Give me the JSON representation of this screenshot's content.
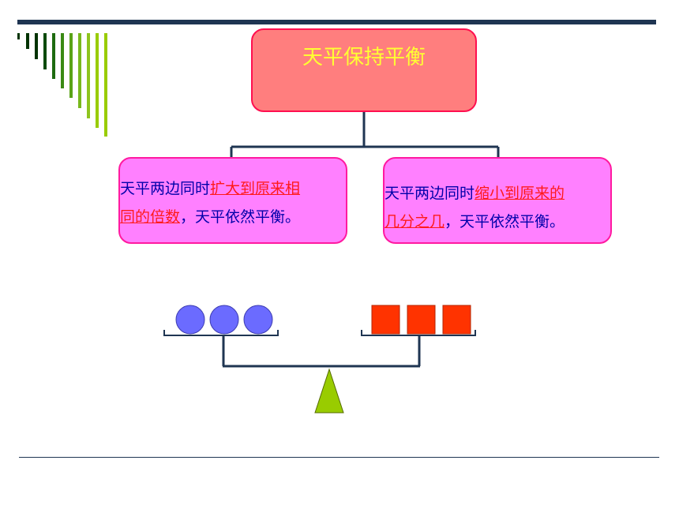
{
  "title": "天平保持平衡",
  "left_node": {
    "prefix": "天平两边同时",
    "emphasis_1": "扩大到原来相",
    "emphasis_2": "同的倍数",
    "suffix": "，天平依然平衡。"
  },
  "right_node": {
    "prefix": "天平两边同时",
    "emphasis_1": "缩小到原来的",
    "emphasis_2": "几分之几",
    "suffix": "，天平依然平衡。"
  },
  "balance": {
    "left_items": [
      "circle",
      "circle",
      "circle"
    ],
    "right_items": [
      "square",
      "square",
      "square"
    ],
    "colors": {
      "circle": "#6b6bff",
      "square": "#ff3300",
      "fulcrum": "#99cc00",
      "beam": "#1f3552"
    }
  },
  "decor_colors": {
    "rule": "#1f3552",
    "stripe_dark": "#003300",
    "stripe_light": "#99cc00",
    "title_fill": "#ff7e7e",
    "title_border": "#ff0f4f",
    "title_text": "#ffff33",
    "node_fill": "#ff80ff",
    "node_border": "#ff1aa0",
    "node_text": "#0000aa",
    "emphasis_text": "#ff1a1a"
  }
}
